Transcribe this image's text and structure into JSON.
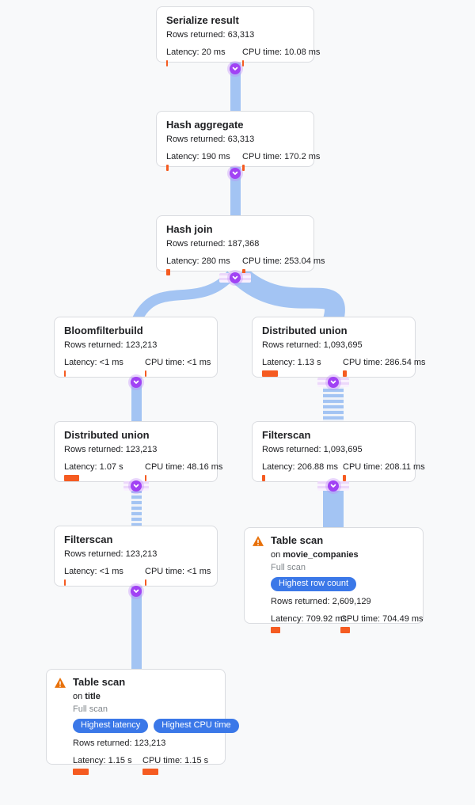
{
  "colors": {
    "page_background": "#f8f9fa",
    "edge_ribbon": "#a3c4f3",
    "metric_bar": "#f55b21",
    "badge_background": "#3b78e8",
    "warning_icon": "#e8710a",
    "expand_circle": "#a142f4",
    "card_border": "#dadce0"
  },
  "nodes": [
    {
      "id": "serialize-result",
      "title": "Serialize result",
      "rows": "Rows returned: 63,313",
      "latency": "Latency: 20 ms",
      "latency_ms": 20,
      "cpu": "CPU time: 10.08 ms",
      "cpu_ms": 10.08
    },
    {
      "id": "hash-aggregate",
      "title": "Hash aggregate",
      "rows": "Rows returned: 63,313",
      "latency": "Latency: 190 ms",
      "latency_ms": 190,
      "cpu": "CPU time: 170.2 ms",
      "cpu_ms": 170.2
    },
    {
      "id": "hash-join",
      "title": "Hash join",
      "rows": "Rows returned: 187,368",
      "latency": "Latency: 280 ms",
      "latency_ms": 280,
      "cpu": "CPU time: 253.04 ms",
      "cpu_ms": 253.04
    },
    {
      "id": "bloomfilterbuild",
      "title": "Bloomfilterbuild",
      "rows": "Rows returned: 123,213",
      "latency": "Latency: <1 ms",
      "latency_ms": 0.5,
      "cpu": "CPU time: <1 ms",
      "cpu_ms": 0.5
    },
    {
      "id": "distributed-union-right",
      "title": "Distributed union",
      "rows": "Rows returned: 1,093,695",
      "latency": "Latency: 1.13 s",
      "latency_ms": 1130,
      "cpu": "CPU time: 286.54 ms",
      "cpu_ms": 286.54
    },
    {
      "id": "distributed-union-left",
      "title": "Distributed union",
      "rows": "Rows returned: 123,213",
      "latency": "Latency: 1.07 s",
      "latency_ms": 1070,
      "cpu": "CPU time: 48.16 ms",
      "cpu_ms": 48.16
    },
    {
      "id": "filterscan-right",
      "title": "Filterscan",
      "rows": "Rows returned: 1,093,695",
      "latency": "Latency: 206.88 ms",
      "latency_ms": 206.88,
      "cpu": "CPU time: 208.11 ms",
      "cpu_ms": 208.11
    },
    {
      "id": "filterscan-left",
      "title": "Filterscan",
      "rows": "Rows returned: 123,213",
      "latency": "Latency: <1 ms",
      "latency_ms": 0.5,
      "cpu": "CPU time: <1 ms",
      "cpu_ms": 0.5
    },
    {
      "id": "table-scan-movie-companies",
      "title": "Table scan",
      "on_prefix": "on",
      "table": "movie_companies",
      "scan_type": "Full scan",
      "warning": true,
      "badges": [
        "Highest row count"
      ],
      "rows": "Rows returned: 2,609,129",
      "latency": "Latency: 709.92 ms",
      "latency_ms": 709.92,
      "cpu": "CPU time: 704.49 ms",
      "cpu_ms": 704.49
    },
    {
      "id": "table-scan-title",
      "title": "Table scan",
      "on_prefix": "on",
      "table": "title",
      "scan_type": "Full scan",
      "warning": true,
      "badges": [
        "Highest latency",
        "Highest CPU time"
      ],
      "rows": "Rows returned: 123,213",
      "latency": "Latency: 1.15 s",
      "latency_ms": 1150,
      "cpu": "CPU time: 1.15 s",
      "cpu_ms": 1150
    }
  ]
}
